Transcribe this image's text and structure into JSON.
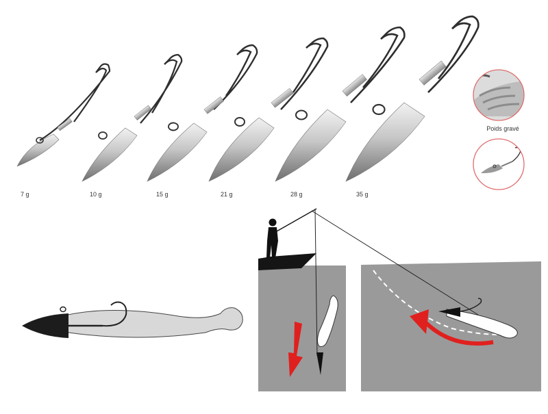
{
  "jig_heads": {
    "weights": [
      "7 g",
      "10 g",
      "15 g",
      "21 g",
      "28 g",
      "35 g"
    ]
  },
  "detail_callouts": {
    "engraved_label": "Poids gravé"
  },
  "colors": {
    "lead_light": "#d4d4d4",
    "lead_dark": "#6e6e6e",
    "hook_wire": "#2f2f2f",
    "water_grey": "#9a9a9a",
    "soft_lure": "#d8d8d8",
    "arrow_red": "#e0201e",
    "callout_ring": "#e06b6b"
  }
}
